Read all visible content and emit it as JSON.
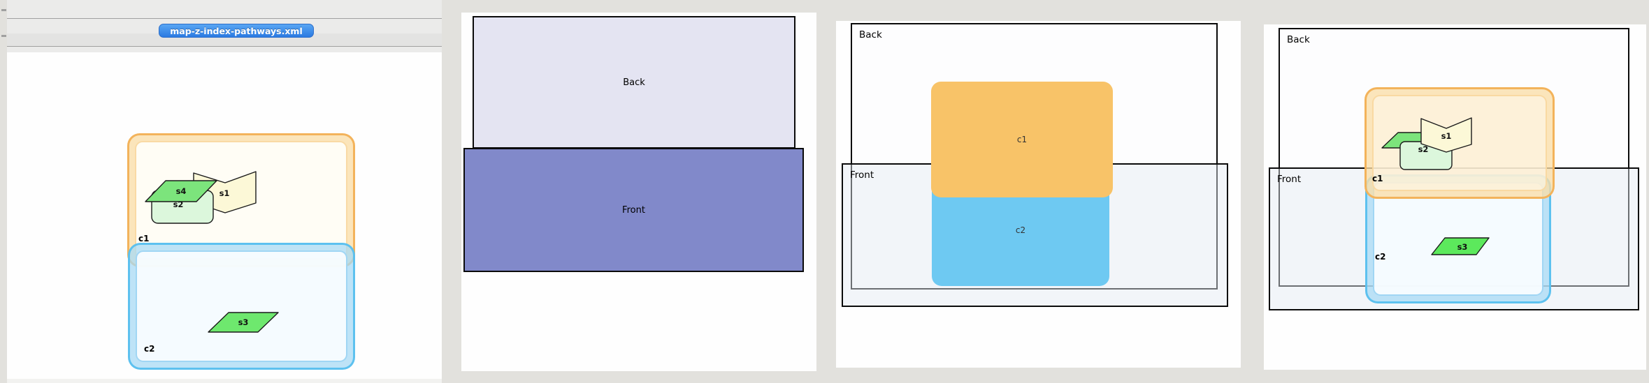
{
  "colors": {
    "page-bg": "#e2e1dd",
    "chrome-bg": "#ebebea",
    "chrome-band": "#e3e3e2",
    "chrome-line": "#a0a0a0",
    "tab-top": "#58a6f4",
    "tab-bottom": "#2b7ae2",
    "tab-border": "#2f6fc9",
    "tab-text": "#ffffff",
    "panel-bg": "#fefefe",
    "ink": "#0a0a0a",
    "label": "#000000",
    "back-flat-fill": "#e4e4f2",
    "front-flat-fill": "#8189ca",
    "backdrop-fill": "#fdfdfe",
    "front-overlay-fill": "rgba(228,234,244,0.45)",
    "orange-solid": "#f8c368",
    "blue-solid": "#6ec9f2",
    "orange-border": "#f3b35b",
    "orange-band": "rgba(250,222,168,0.78)",
    "orange-inner-border": "rgba(248,214,156,0.9)",
    "orange-inner": "#fffdf5",
    "orange-inner-translucent": "rgba(255,252,242,0.55)",
    "blue-border": "rgba(88,192,238,0.95)",
    "blue-band": "rgba(168,217,244,0.75)",
    "blue-inner-border": "rgba(150,210,243,0.9)",
    "blue-inner": "rgba(250,253,255,0.92)",
    "s1-fill": "#fcf8d7",
    "s2-fill": "#dcf7dc",
    "s3-fill": "#6ee86e",
    "s3-bright-fill": "#5ce95c",
    "s4-fill": "#7ce47c",
    "shape-stroke": "#1a1a1a"
  },
  "editor": {
    "tab_label": "map-z-index-pathways.xml"
  },
  "canvas1": {
    "c1_label": "c1",
    "c2_label": "c2",
    "s1_label": "s1",
    "s2_label": "s2",
    "s3_label": "s3",
    "s4_label": "s4"
  },
  "preview_flat": {
    "back_label": "Back",
    "front_label": "Front"
  },
  "preview_boxes": {
    "back_label": "Back",
    "front_label": "Front",
    "c1_label": "c1",
    "c2_label": "c2"
  },
  "preview_full": {
    "back_label": "Back",
    "front_label": "Front",
    "c1_label": "c1",
    "c2_label": "c2",
    "s1_label": "s1",
    "s2_label": "s2",
    "s3_label": "s3"
  }
}
